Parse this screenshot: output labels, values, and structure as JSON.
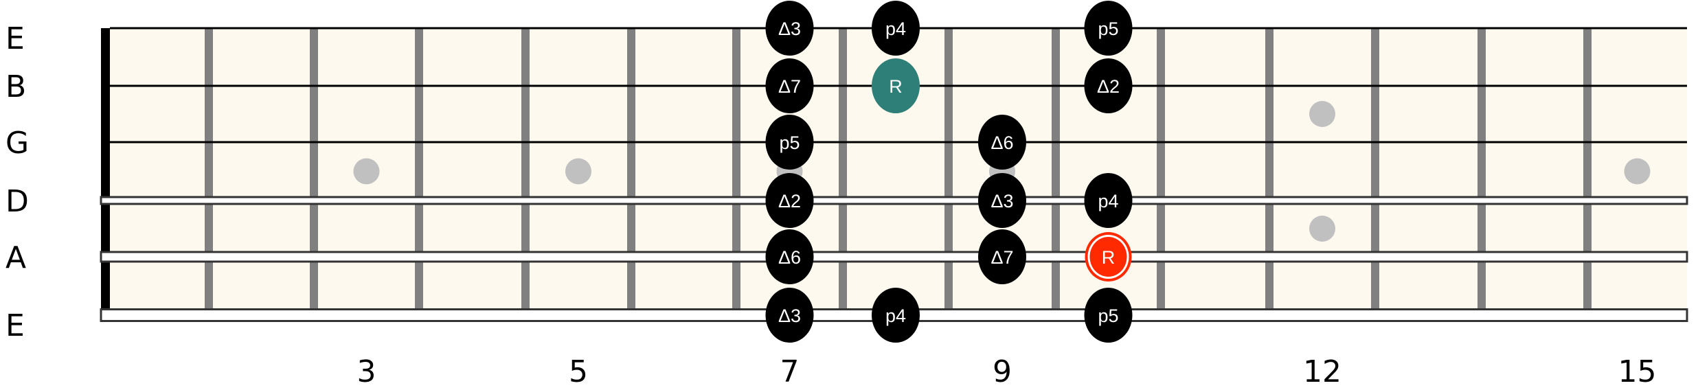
{
  "strings": [
    "E",
    "B",
    "G",
    "D",
    "A",
    "E"
  ],
  "fret_numbers": [
    {
      "fret": 3,
      "label": "3"
    },
    {
      "fret": 5,
      "label": "5"
    },
    {
      "fret": 7,
      "label": "7"
    },
    {
      "fret": 9,
      "label": "9"
    },
    {
      "fret": 12,
      "label": "12"
    },
    {
      "fret": 15,
      "label": "15"
    }
  ],
  "inlays": {
    "single": [
      3,
      5,
      7,
      9,
      15
    ],
    "double": [
      12
    ]
  },
  "notes": [
    {
      "string": 0,
      "fret": 7,
      "label": "Δ3",
      "type": "degree"
    },
    {
      "string": 0,
      "fret": 8,
      "label": "p4",
      "type": "degree"
    },
    {
      "string": 0,
      "fret": 10,
      "label": "p5",
      "type": "degree"
    },
    {
      "string": 1,
      "fret": 7,
      "label": "Δ7",
      "type": "degree"
    },
    {
      "string": 1,
      "fret": 8,
      "label": "R",
      "type": "root"
    },
    {
      "string": 1,
      "fret": 10,
      "label": "Δ2",
      "type": "degree"
    },
    {
      "string": 2,
      "fret": 7,
      "label": "p5",
      "type": "degree"
    },
    {
      "string": 2,
      "fret": 9,
      "label": "Δ6",
      "type": "degree"
    },
    {
      "string": 3,
      "fret": 7,
      "label": "Δ2",
      "type": "degree"
    },
    {
      "string": 3,
      "fret": 9,
      "label": "Δ3",
      "type": "degree"
    },
    {
      "string": 3,
      "fret": 10,
      "label": "p4",
      "type": "degree"
    },
    {
      "string": 4,
      "fret": 7,
      "label": "Δ6",
      "type": "degree"
    },
    {
      "string": 4,
      "fret": 9,
      "label": "Δ7",
      "type": "degree"
    },
    {
      "string": 4,
      "fret": 10,
      "label": "R",
      "type": "primary-root"
    },
    {
      "string": 5,
      "fret": 7,
      "label": "Δ3",
      "type": "degree"
    },
    {
      "string": 5,
      "fret": 8,
      "label": "p4",
      "type": "degree"
    },
    {
      "string": 5,
      "fret": 10,
      "label": "p5",
      "type": "degree"
    }
  ],
  "colors": {
    "fretboard": "#fdf9ee",
    "fret": "#808080",
    "inlay": "#c0c0c0",
    "degree": "#000000",
    "root": "#2e7f78",
    "primary_root": "#ff2a00"
  }
}
